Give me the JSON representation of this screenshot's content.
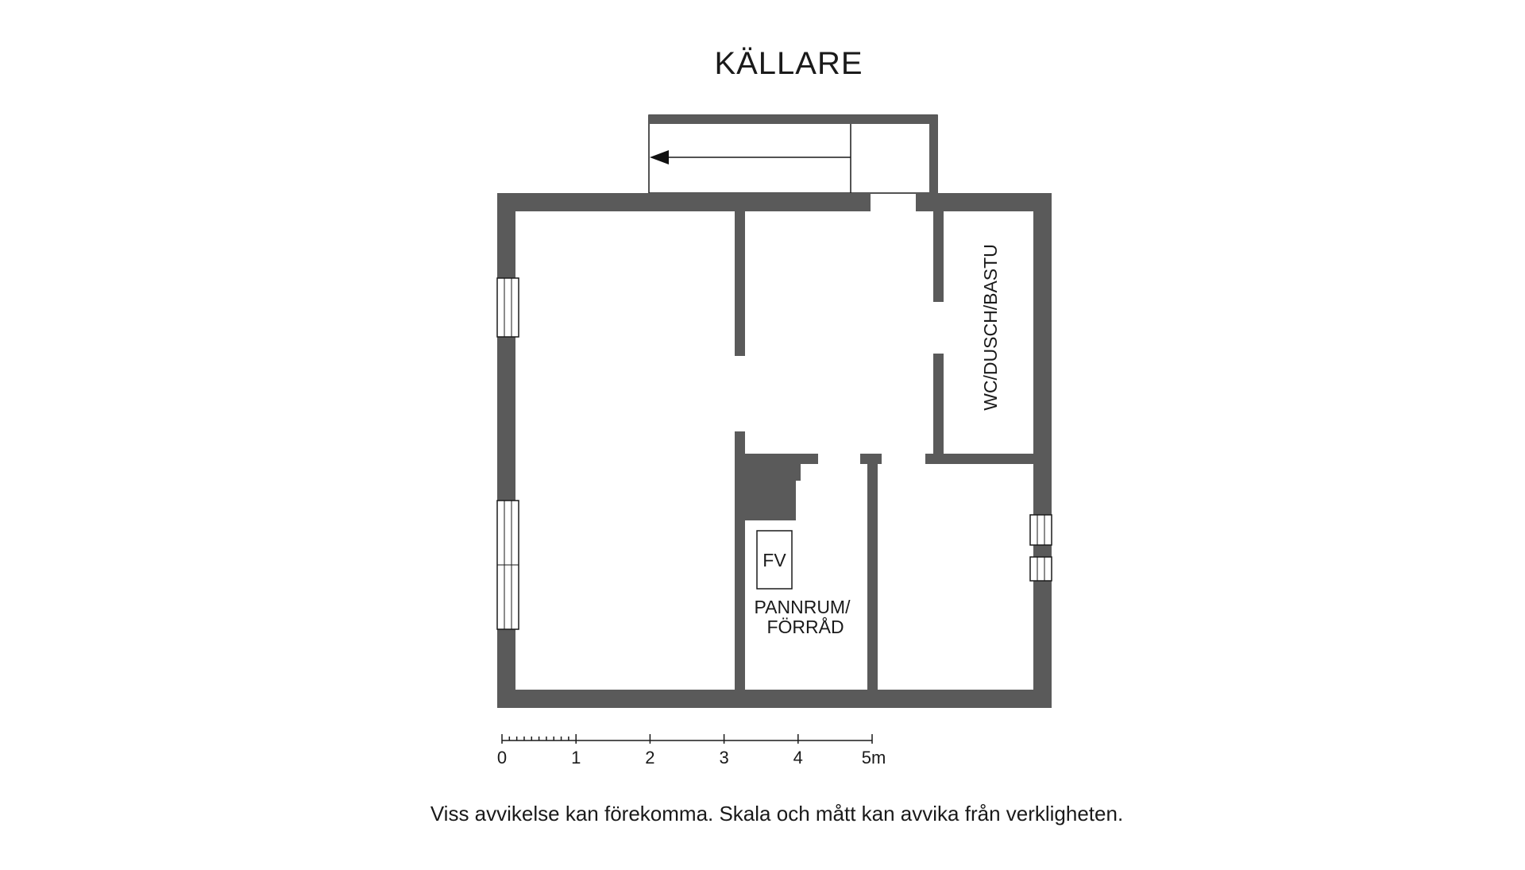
{
  "title": "KÄLLARE",
  "rooms": {
    "bathroom": "WC/DUSCH/BASTU",
    "boiler_line1": "PANNRUM/",
    "boiler_line2": "FÖRRÅD",
    "boiler_unit": "FV"
  },
  "scale_bar": {
    "labels": [
      "0",
      "1",
      "2",
      "3",
      "4",
      "5m"
    ]
  },
  "disclaimer": "Viss avvikelse kan förekomma. Skala och mått kan avvika från verkligheten.",
  "colors": {
    "wall": "#5a5a5a",
    "line": "#1a1a1a",
    "background": "#ffffff"
  }
}
